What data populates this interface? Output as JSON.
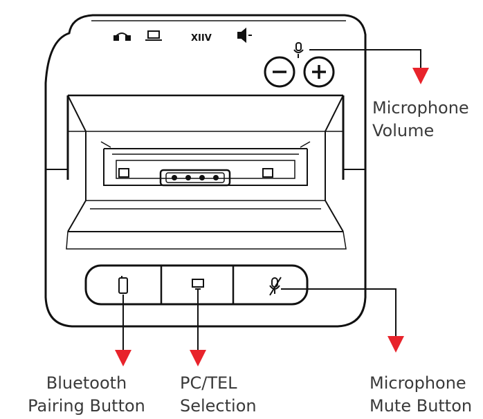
{
  "device": {
    "top_icons": [
      "headset-icon",
      "pc-icon",
      "mobile-icon",
      "speaker-icon"
    ],
    "top_icon_glyph_text": "XIIV",
    "volume_buttons": {
      "minus": "−",
      "plus": "+"
    },
    "front_buttons": [
      "bluetooth-pairing-button",
      "pc-tel-selection-button",
      "microphone-mute-button"
    ]
  },
  "callouts": {
    "mic_volume": {
      "line1": "Microphone",
      "line2": "Volume"
    },
    "bluetooth": {
      "line1": "Bluetooth",
      "line2": "Pairing Button"
    },
    "pc_tel": {
      "line1": "PC/TEL",
      "line2": "Selection"
    },
    "mic_mute": {
      "line1": "Microphone",
      "line2": "Mute Button"
    }
  },
  "colors": {
    "arrow": "#e8232b",
    "line": "#111111",
    "text": "#3a3a3a"
  }
}
